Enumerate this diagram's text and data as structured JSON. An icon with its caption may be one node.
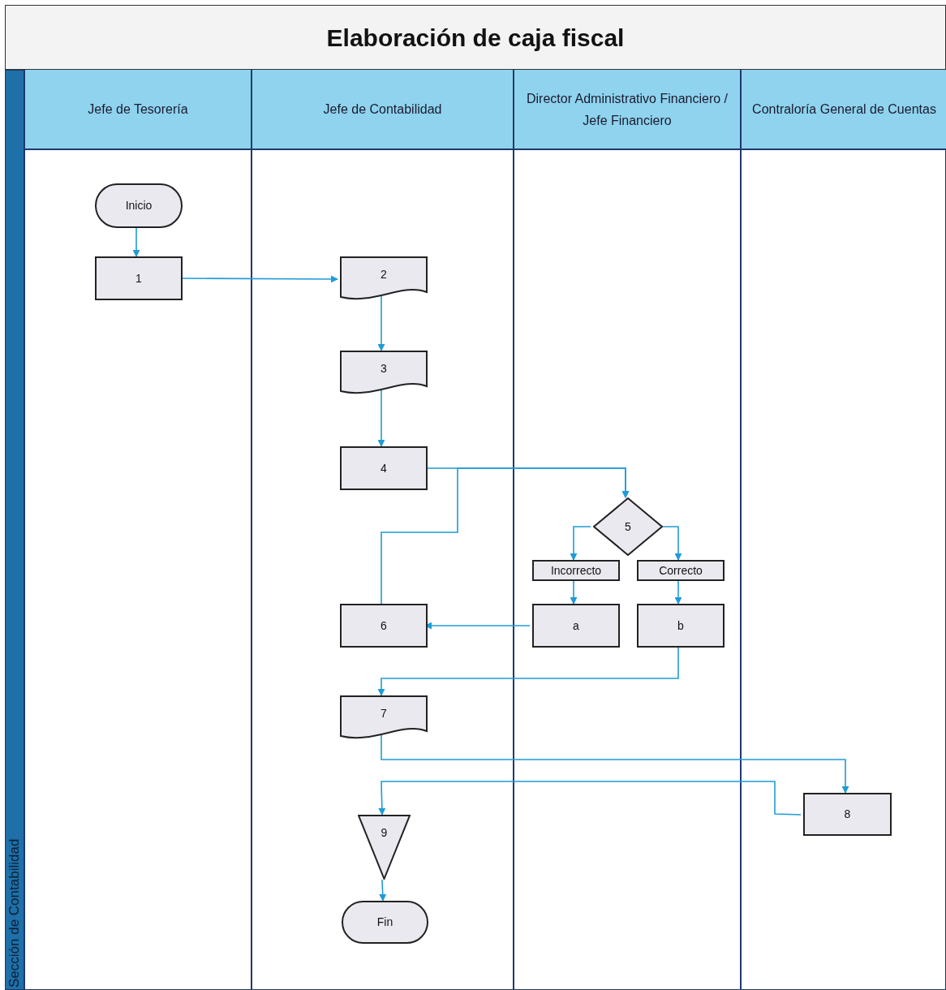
{
  "diagram": {
    "title": "Elaboración de caja fiscal",
    "nodes": [
      {
        "text": [
          "Sección de Contabilidad"
        ]
      },
      {
        "text": [
          "Jefe de Tesorería"
        ],
        "in": 0
      },
      {
        "text": [
          "Jefe de Contabilidad"
        ],
        "in": 0
      },
      {
        "text": [
          "Director Administrativo Financiero / Jefe Financiero"
        ],
        "in": 0
      },
      {
        "text": [
          "Contraloría General de Cuentas"
        ],
        "in": 0
      },
      {
        "text": [
          "Inicio"
        ],
        "in": 1
      },
      {
        "text": [
          "1"
        ],
        "in": 1
      },
      {
        "text": [
          "2"
        ],
        "in": 2
      },
      {
        "text": [
          "3"
        ],
        "in": 2
      },
      {
        "text": [
          "4"
        ],
        "in": 2
      },
      {
        "text": [
          "5"
        ],
        "in": 3
      },
      {
        "text": [
          "Incorrecto"
        ],
        "in": 3
      },
      {
        "text": [
          "Correcto"
        ],
        "in": 3
      },
      {
        "text": [
          "a"
        ],
        "in": 3
      },
      {
        "text": [
          "b"
        ],
        "in": 3
      },
      {
        "text": [
          "6"
        ],
        "in": 2
      },
      {
        "text": [
          "7"
        ],
        "in": 2
      },
      {
        "text": [
          "8"
        ],
        "in": 4
      },
      {
        "text": [
          "9"
        ],
        "in": 2
      },
      {
        "text": [
          "Fin"
        ],
        "in": 2
      }
    ],
    "edges": [
      {
        "from": 5,
        "to": 6,
        "arrow": "to"
      },
      {
        "from": 6,
        "to": 7,
        "arrow": "to"
      },
      {
        "from": 7,
        "to": 8,
        "arrow": "to"
      },
      {
        "from": 8,
        "to": 9,
        "arrow": "to"
      },
      {
        "from": 9,
        "to": 10,
        "arrow": "to"
      },
      {
        "from": 15,
        "to": 10,
        "arrow": "to"
      },
      {
        "from": 10,
        "to": 11,
        "arrow": "to"
      },
      {
        "from": 10,
        "to": 12,
        "arrow": "to"
      },
      {
        "from": 11,
        "to": 13,
        "arrow": "to"
      },
      {
        "from": 12,
        "to": 14,
        "arrow": "to"
      },
      {
        "from": 13,
        "to": 15,
        "arrow": "to"
      },
      {
        "from": 14,
        "to": 16,
        "arrow": "to"
      },
      {
        "from": 16,
        "to": 17,
        "arrow": "to"
      },
      {
        "from": 17,
        "to": 18,
        "arrow": "to"
      },
      {
        "from": 18,
        "to": 19,
        "arrow": "to"
      }
    ]
  }
}
